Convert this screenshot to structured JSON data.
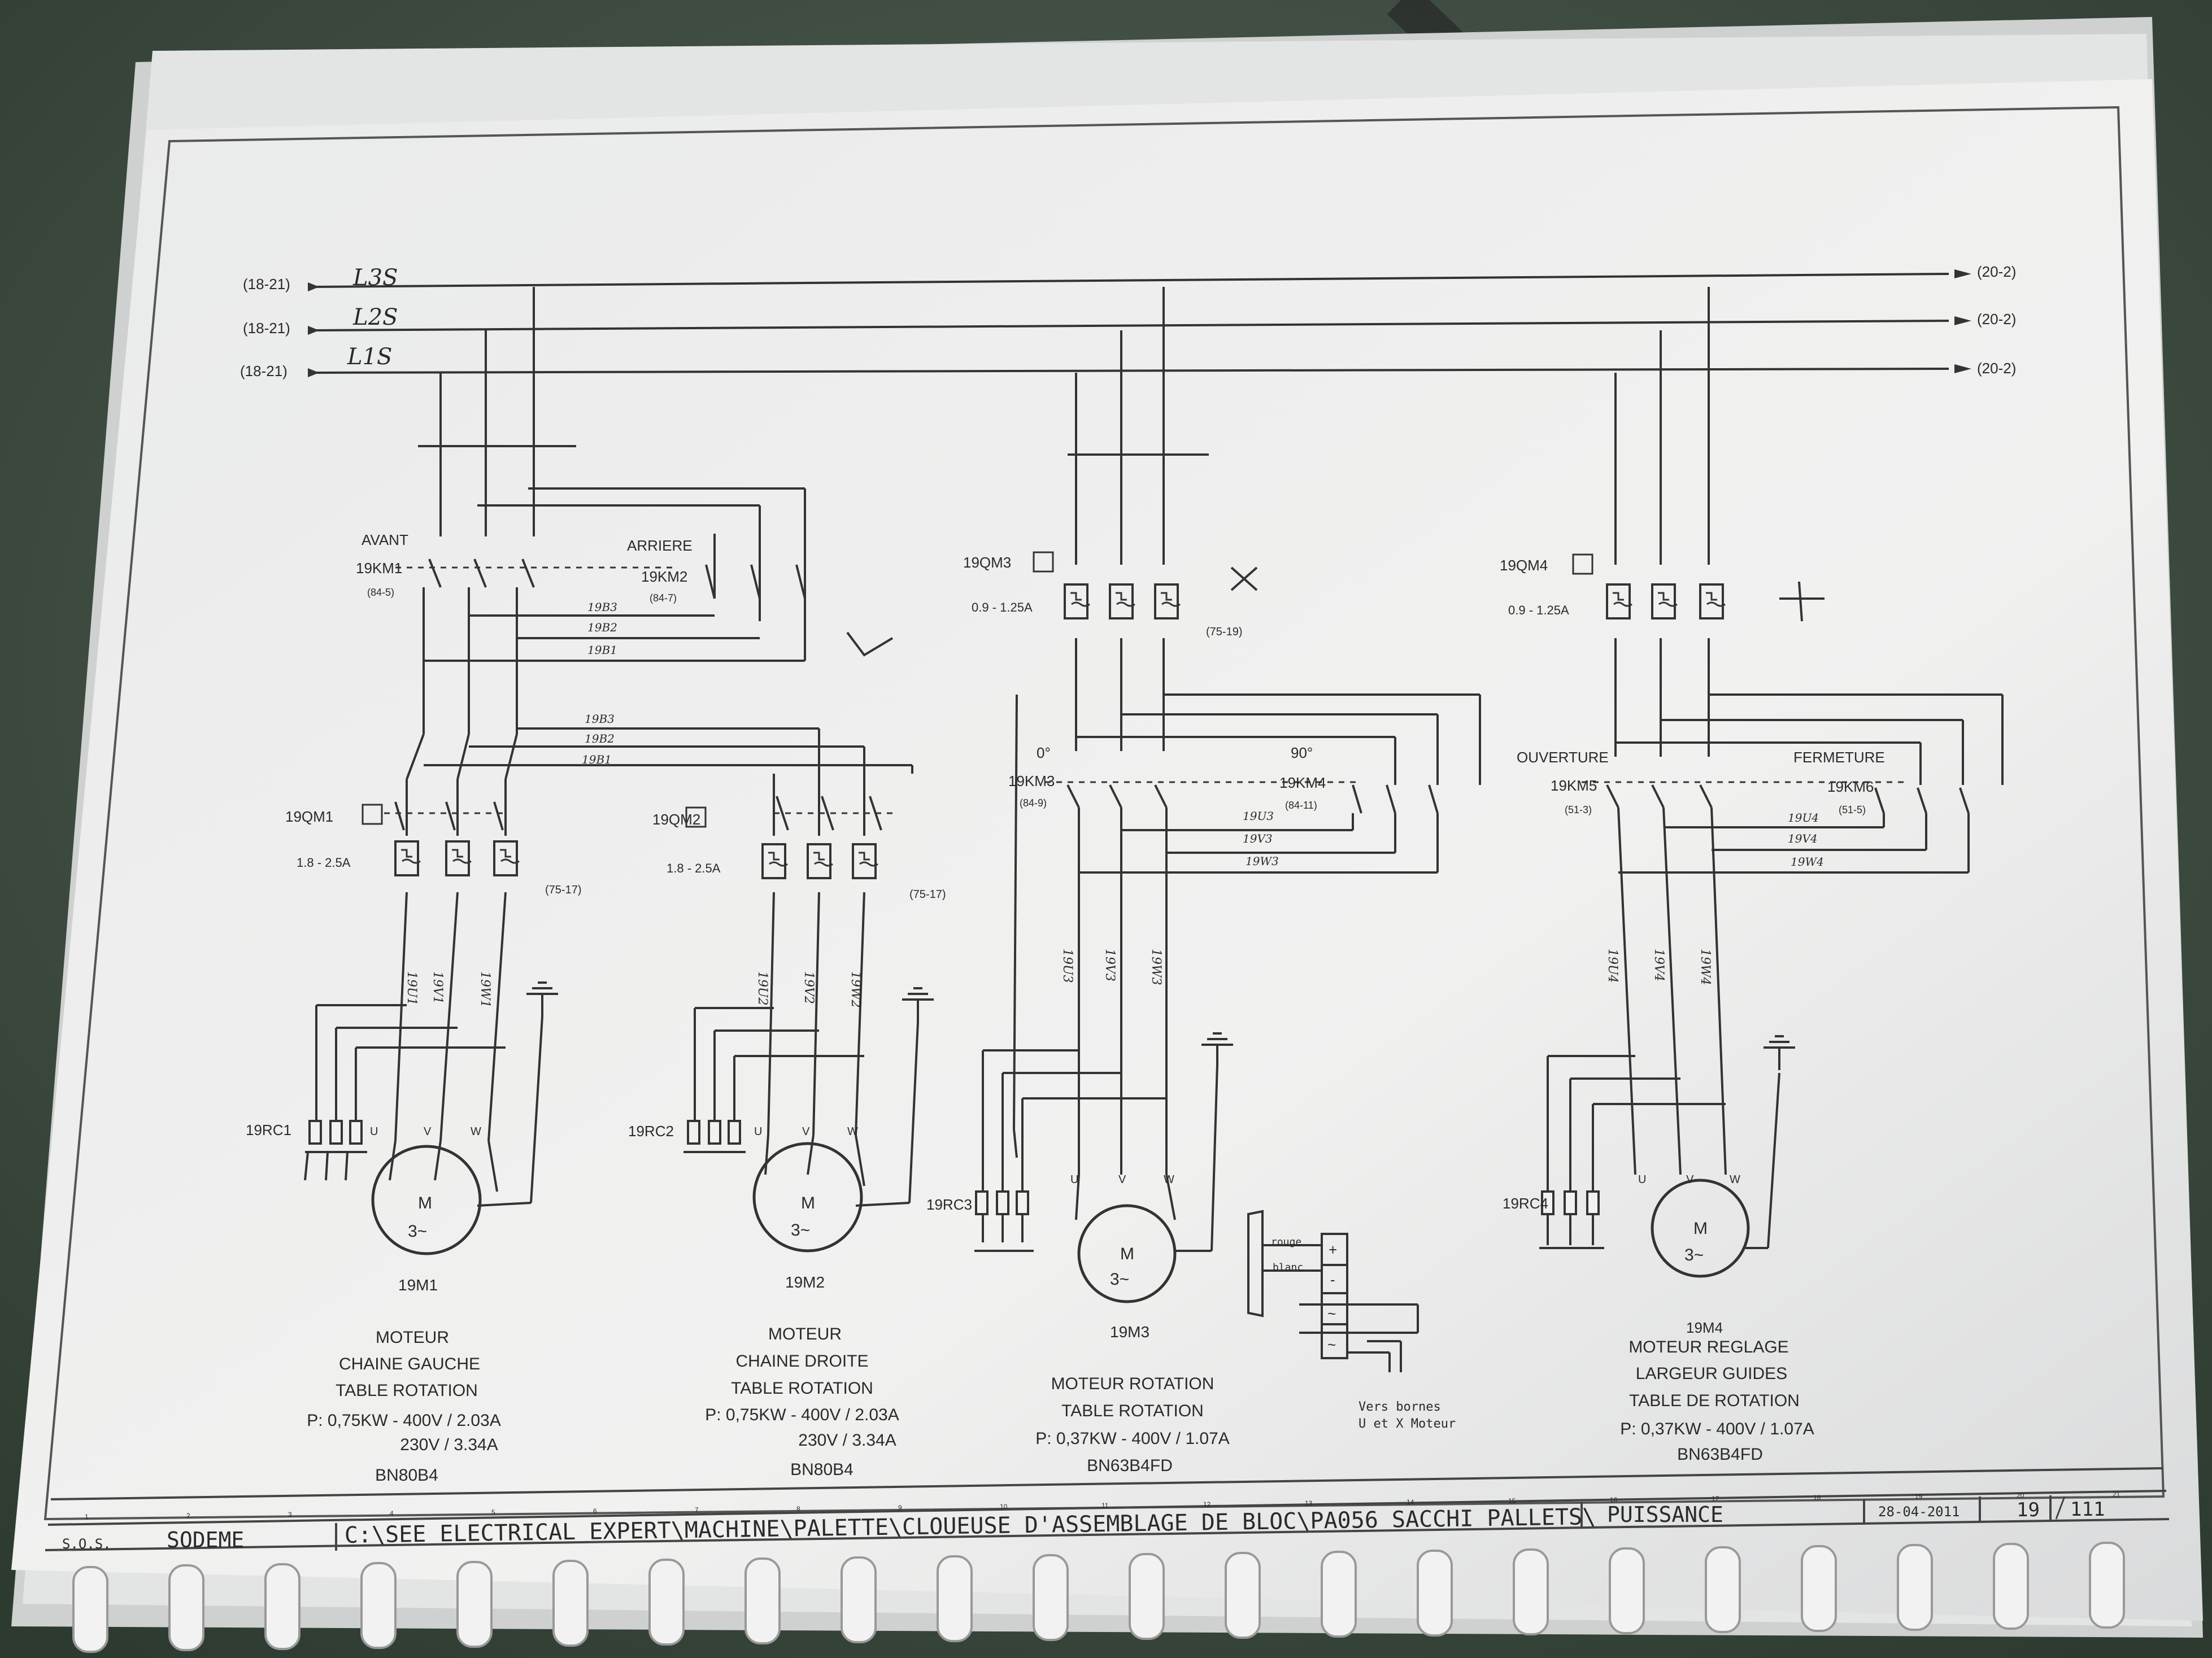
{
  "feeds": {
    "left_ref": "(18-21)",
    "right_ref": "(20-2)",
    "phase_labels": [
      "L3S",
      "L2S",
      "L1S"
    ]
  },
  "m1": {
    "km1_label": "AVANT",
    "km1_tag": "19KM1",
    "km1_ref": "(84-5)",
    "km2_label": "ARRIERE",
    "km2_tag": "19KM2",
    "km2_ref": "(84-7)",
    "qm_tag": "19QM1",
    "qm_range": "1.8 - 2.5A",
    "qm_ref": "(75-17)",
    "bridge_wires": [
      "19B3",
      "19B2",
      "19B1"
    ],
    "cables": [
      "19U1",
      "19V1",
      "19W1"
    ],
    "rc_tag": "19RC1",
    "terminals": [
      "U",
      "V",
      "W"
    ],
    "motor_letter": "M",
    "motor_phase": "3~",
    "motor_tag": "19M1",
    "desc": [
      "MOTEUR",
      "CHAINE GAUCHE",
      "TABLE ROTATION",
      "P: 0,75KW - 400V / 2.03A",
      "230V / 3.34A",
      "BN80B4"
    ]
  },
  "m2": {
    "bridge_wires": [
      "19B3",
      "19B2",
      "19B1"
    ],
    "qm_tag": "19QM2",
    "qm_range": "1.8 - 2.5A",
    "qm_ref": "(75-17)",
    "cables": [
      "19U2",
      "19V2",
      "19W2"
    ],
    "rc_tag": "19RC2",
    "terminals": [
      "U",
      "V",
      "W"
    ],
    "motor_letter": "M",
    "motor_phase": "3~",
    "motor_tag": "19M2",
    "desc": [
      "MOTEUR",
      "CHAINE DROITE",
      "TABLE ROTATION",
      "P: 0,75KW - 400V / 2.03A",
      "230V / 3.34A",
      "BN80B4"
    ]
  },
  "m3": {
    "qm_tag": "19QM3",
    "qm_range": "0.9 - 1.25A",
    "qm_ref": "(75-19)",
    "km3_label": "0°",
    "km3_tag": "19KM3",
    "km3_ref": "(84-9)",
    "km4_label": "90°",
    "km4_tag": "19KM4",
    "km4_ref": "(84-11)",
    "bridge_wires": [
      "19U3",
      "19V3",
      "19W3"
    ],
    "cables": [
      "19U3",
      "19V3",
      "19W3"
    ],
    "rc_tag": "19RC3",
    "terminals": [
      "U",
      "V",
      "W"
    ],
    "motor_letter": "M",
    "motor_phase": "3~",
    "motor_tag": "19M3",
    "desc": [
      "MOTEUR ROTATION",
      "TABLE ROTATION",
      "P: 0,37KW - 400V / 1.07A",
      "BN63B4FD"
    ],
    "brake_labels": [
      "rouge",
      "blanc"
    ],
    "brake_symbols": [
      "+",
      "-",
      "~",
      "~"
    ],
    "brake_note": [
      "Vers bornes",
      "U et X Moteur"
    ]
  },
  "m4": {
    "qm_tag": "19QM4",
    "qm_range": "0.9 - 1.25A",
    "km5_label": "OUVERTURE",
    "km5_tag": "19KM5",
    "km5_ref": "(51-3)",
    "km6_label": "FERMETURE",
    "km6_tag": "19KM6",
    "km6_ref": "(51-5)",
    "bridge_wires": [
      "19U4",
      "19V4",
      "19W4"
    ],
    "cables": [
      "19U4",
      "19V4",
      "19W4"
    ],
    "rc_tag": "19RC4",
    "terminals": [
      "U",
      "V",
      "W"
    ],
    "motor_letter": "M",
    "motor_phase": "3~",
    "motor_tag": "19M4",
    "desc": [
      "MOTEUR REGLAGE",
      "LARGEUR GUIDES",
      "TABLE DE ROTATION",
      "P: 0,37KW - 400V / 1.07A",
      "BN63B4FD"
    ]
  },
  "title_block": {
    "company_code": "S.O.S.",
    "company": "SODEME",
    "path": "C:\\SEE ELECTRICAL EXPERT\\MACHINE\\PALETTE\\CLOUEUSE D'ASSEMBLAGE DE BLOC\\PA056 SACCHI PALLETS\\",
    "section": "PUISSANCE",
    "date": "28-04-2011",
    "page": "19",
    "total": "111",
    "columns": [
      "1",
      "2",
      "3",
      "4",
      "5",
      "6",
      "7",
      "8",
      "9",
      "10",
      "11",
      "12",
      "13",
      "14",
      "15",
      "16",
      "17",
      "18",
      "19",
      "20",
      "21"
    ]
  }
}
